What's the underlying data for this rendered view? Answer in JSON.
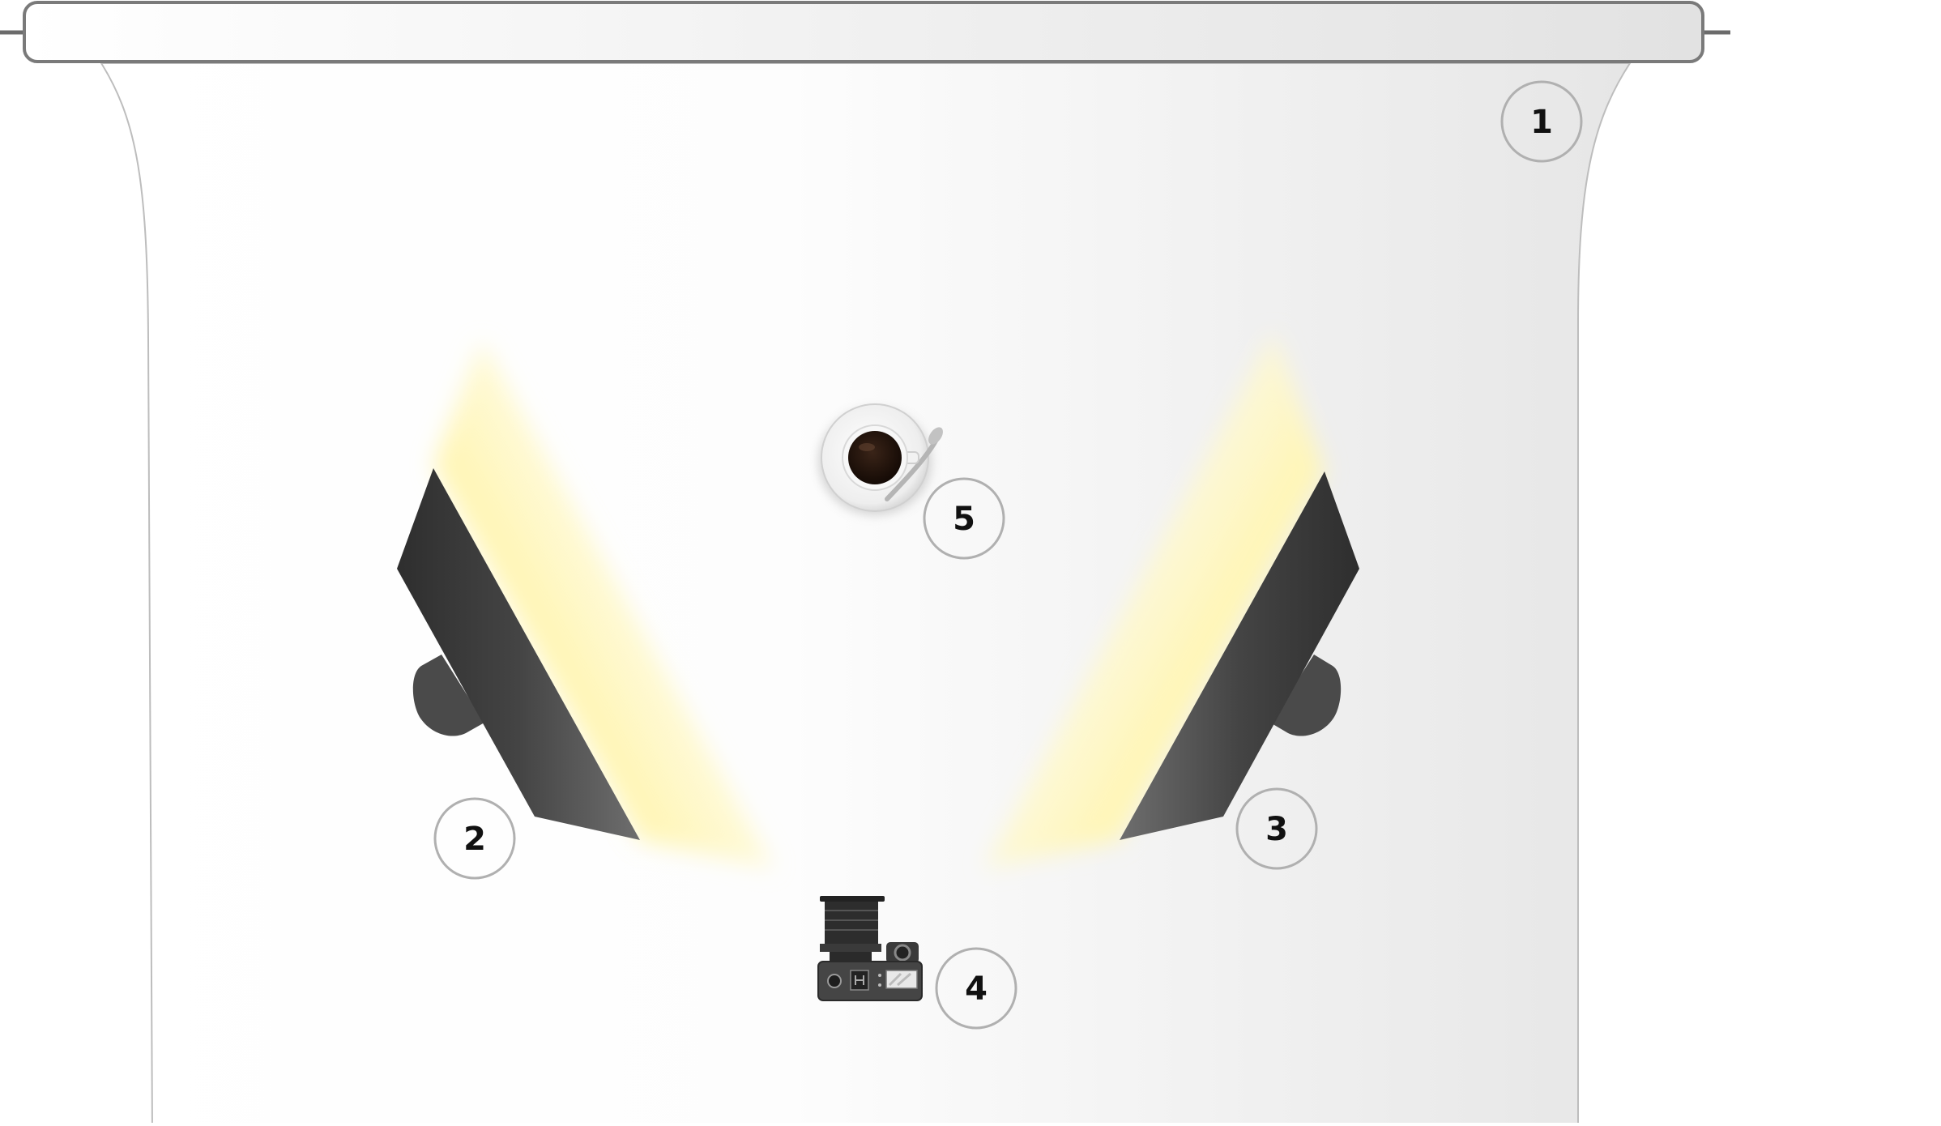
{
  "diagram": {
    "markers": [
      {
        "id": "backdrop",
        "label": "1"
      },
      {
        "id": "softbox-left",
        "label": "2"
      },
      {
        "id": "softbox-right",
        "label": "3"
      },
      {
        "id": "camera",
        "label": "4"
      },
      {
        "id": "coffee-cup",
        "label": "5"
      }
    ],
    "colors": {
      "backdrop_light": "#ffffff",
      "backdrop_shade": "#e4e4e4",
      "softbox_dark": "#3a3a3a",
      "softbox_mid": "#6a6a6a",
      "light_beam": "#fff8c4",
      "marker_outline": "#b0b0b0",
      "marker_text": "#111111",
      "coffee": "#2a1a12"
    },
    "icons": [
      "backdrop-roll-icon",
      "softbox-icon",
      "camera-icon",
      "coffee-cup-icon"
    ]
  }
}
